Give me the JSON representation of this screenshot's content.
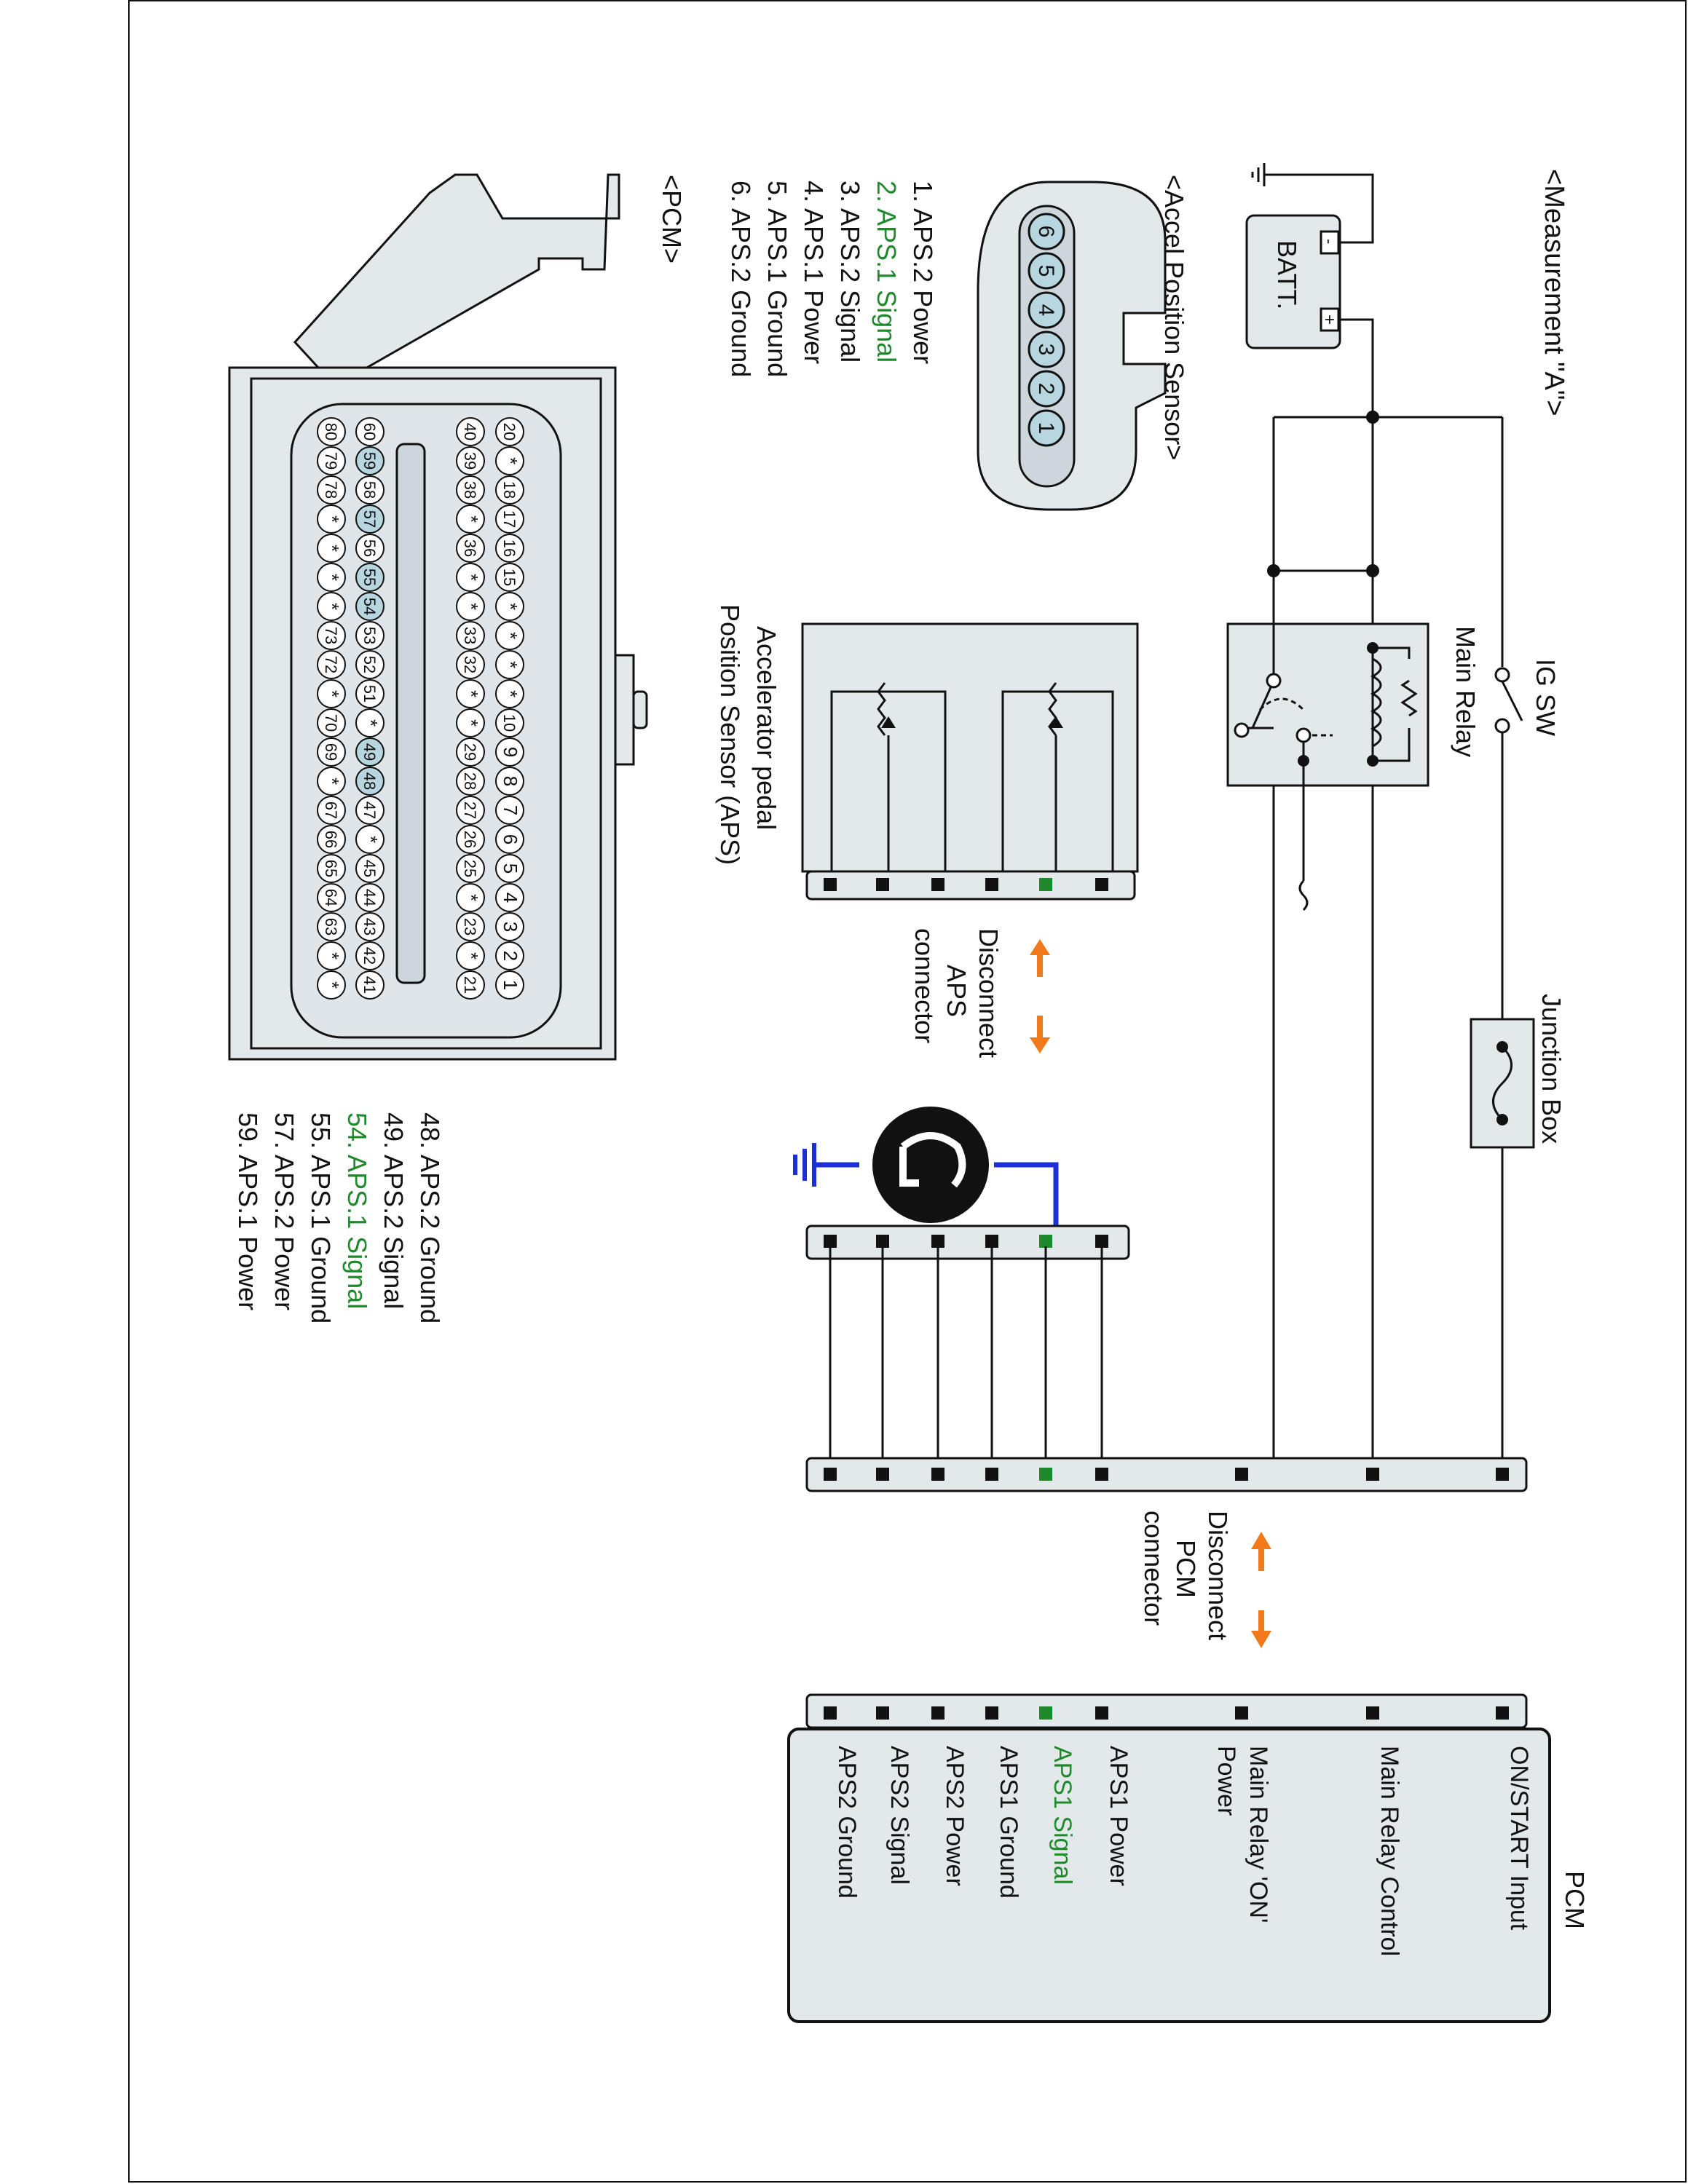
{
  "measurement": {
    "title": "<Measurement \"A\">"
  },
  "power": {
    "batt_label": "BATT.",
    "batt_plus": "+",
    "batt_minus": "-",
    "ig_sw_label": "IG SW",
    "main_relay_label": "Main Relay",
    "junction_box_label": "Junction Box"
  },
  "aps_sensor": {
    "title": "<Accel Position Sensor>",
    "pins": [
      "6",
      "5",
      "4",
      "3",
      "2",
      "1"
    ],
    "legend": [
      {
        "text": "1. APS.2 Power",
        "highlight": false
      },
      {
        "text": "2. APS.1 Signal",
        "highlight": true
      },
      {
        "text": "3. APS.2 Signal",
        "highlight": false
      },
      {
        "text": "4. APS.1 Power",
        "highlight": false
      },
      {
        "text": "5. APS.1 Ground",
        "highlight": false
      },
      {
        "text": "6. APS.2 Ground",
        "highlight": false
      }
    ],
    "schematic_label_line1": "Accelerator pedal",
    "schematic_label_line2": "Position Sensor (APS)"
  },
  "aps_disconnect": {
    "line1": "Disconnect",
    "line2": "APS",
    "line3": "connector"
  },
  "pcm_disconnect": {
    "line1": "Disconnect",
    "line2": "PCM",
    "line3": "connector"
  },
  "pcm_connector": {
    "title": "<PCM>",
    "rows": [
      [
        "20",
        "*",
        "18",
        "17",
        "16",
        "15",
        "*",
        "*",
        "*",
        "*",
        "10",
        "9",
        "8",
        "7",
        "6",
        "5",
        "4",
        "3",
        "2",
        "1"
      ],
      [
        "40",
        "39",
        "38",
        "*",
        "36",
        "*",
        "*",
        "33",
        "32",
        "*",
        "*",
        "29",
        "28",
        "27",
        "26",
        "25",
        "*",
        "23",
        "*",
        "21"
      ],
      [
        "60",
        "59",
        "58",
        "57",
        "56",
        "55",
        "54",
        "53",
        "52",
        "51",
        "*",
        "49",
        "48",
        "47",
        "*",
        "45",
        "44",
        "43",
        "42",
        "41"
      ],
      [
        "80",
        "79",
        "78",
        "*",
        "*",
        "*",
        "*",
        "73",
        "72",
        "*",
        "70",
        "69",
        "*",
        "67",
        "66",
        "65",
        "64",
        "63",
        "*",
        "*"
      ]
    ],
    "highlighted": [
      "59",
      "57",
      "55",
      "54",
      "49",
      "48"
    ],
    "legend": [
      {
        "text": "48. APS.2 Ground",
        "highlight": false
      },
      {
        "text": "49. APS.2 Signal",
        "highlight": false
      },
      {
        "text": "54. APS.1 Signal",
        "highlight": true
      },
      {
        "text": "55. APS.1 Ground",
        "highlight": false
      },
      {
        "text": "57. APS.2 Power",
        "highlight": false
      },
      {
        "text": "59. APS.1 Power",
        "highlight": false
      }
    ]
  },
  "pcm_box": {
    "title": "PCM",
    "rows": [
      {
        "text": "ON/START Input",
        "highlight": false
      },
      {
        "text": "Main Relay Control",
        "highlight": false
      },
      {
        "text": "Main Relay 'ON'",
        "line2": "Power",
        "highlight": false
      },
      {
        "text": "APS1 Power",
        "highlight": false
      },
      {
        "text": "APS1 Signal",
        "highlight": true
      },
      {
        "text": "APS1 Ground",
        "highlight": false
      },
      {
        "text": "APS2 Power",
        "highlight": false
      },
      {
        "text": "APS2 Signal",
        "highlight": false
      },
      {
        "text": "APS2 Ground",
        "highlight": false
      }
    ]
  },
  "colors": {
    "highlight_green": "#1f8a2b",
    "pin_fill": "#b7d6e0",
    "connector_fill": "#e3e8ea",
    "arrow_orange": "#f07a1a",
    "probe_blue": "#1a2fd6",
    "line": "#111111"
  }
}
